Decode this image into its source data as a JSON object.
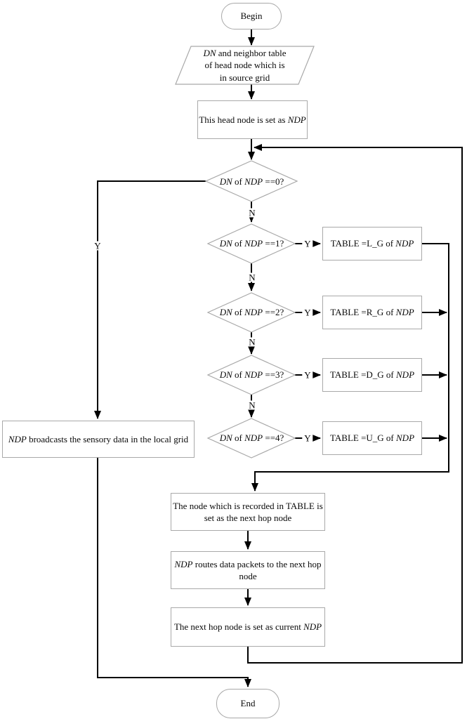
{
  "diagram": {
    "title": "NDP routing flowchart",
    "colors": {
      "connector_line": "#000000",
      "shape_border": "#a9a9a9",
      "shape_fill": "#ffffff",
      "text": "#0a0a0a",
      "background": "#ffffff"
    },
    "terminators": {
      "begin_label": "Begin",
      "end_label": "End"
    },
    "branch_labels": {
      "yes": "Y",
      "no": "N"
    },
    "nodes": {
      "input_io": [
        {
          "t": "DN",
          "i": true
        },
        {
          "t": " and neighbor table"
        },
        {
          "br": true
        },
        {
          "t": "of head node which is"
        },
        {
          "br": true
        },
        {
          "t": "in source grid"
        }
      ],
      "set_ndp": [
        {
          "t": "This head node is set as "
        },
        {
          "t": "NDP",
          "i": true
        }
      ],
      "decision_0": [
        {
          "t": "DN",
          "i": true
        },
        {
          "t": " of "
        },
        {
          "t": "NDP",
          "i": true
        },
        {
          "t": " ==0?"
        }
      ],
      "decision_1": [
        {
          "t": "DN",
          "i": true
        },
        {
          "t": " of "
        },
        {
          "t": "NDP",
          "i": true
        },
        {
          "t": " ==1?"
        }
      ],
      "decision_2": [
        {
          "t": "DN",
          "i": true
        },
        {
          "t": " of "
        },
        {
          "t": "NDP",
          "i": true
        },
        {
          "t": " ==2?"
        }
      ],
      "decision_3": [
        {
          "t": "DN",
          "i": true
        },
        {
          "t": " of "
        },
        {
          "t": "NDP",
          "i": true
        },
        {
          "t": " ==3?"
        }
      ],
      "decision_4": [
        {
          "t": "DN",
          "i": true
        },
        {
          "t": " of "
        },
        {
          "t": "NDP",
          "i": true
        },
        {
          "t": " ==4?"
        }
      ],
      "table_lg": [
        {
          "t": "TABLE =L_G of "
        },
        {
          "t": "NDP",
          "i": true
        }
      ],
      "table_rg": [
        {
          "t": "TABLE =R_G of "
        },
        {
          "t": "NDP",
          "i": true
        }
      ],
      "table_dg": [
        {
          "t": "TABLE =D_G of "
        },
        {
          "t": "NDP",
          "i": true
        }
      ],
      "table_ug": [
        {
          "t": "TABLE =U_G of "
        },
        {
          "t": "NDP",
          "i": true
        }
      ],
      "broadcast": [
        {
          "t": "NDP",
          "i": true
        },
        {
          "t": " broadcasts the sensory data in the local grid"
        }
      ],
      "set_next_hop": [
        {
          "t": "The node which is recorded in TABLE is"
        },
        {
          "br": true
        },
        {
          "t": "set as the next hop node"
        }
      ],
      "route_packets": [
        {
          "t": "NDP",
          "i": true
        },
        {
          "t": " routes data packets to the next hop"
        },
        {
          "br": true
        },
        {
          "t": "node"
        }
      ],
      "set_current_ndp": [
        {
          "t": "The next hop node is set as current "
        },
        {
          "t": "NDP",
          "i": true
        }
      ]
    }
  }
}
